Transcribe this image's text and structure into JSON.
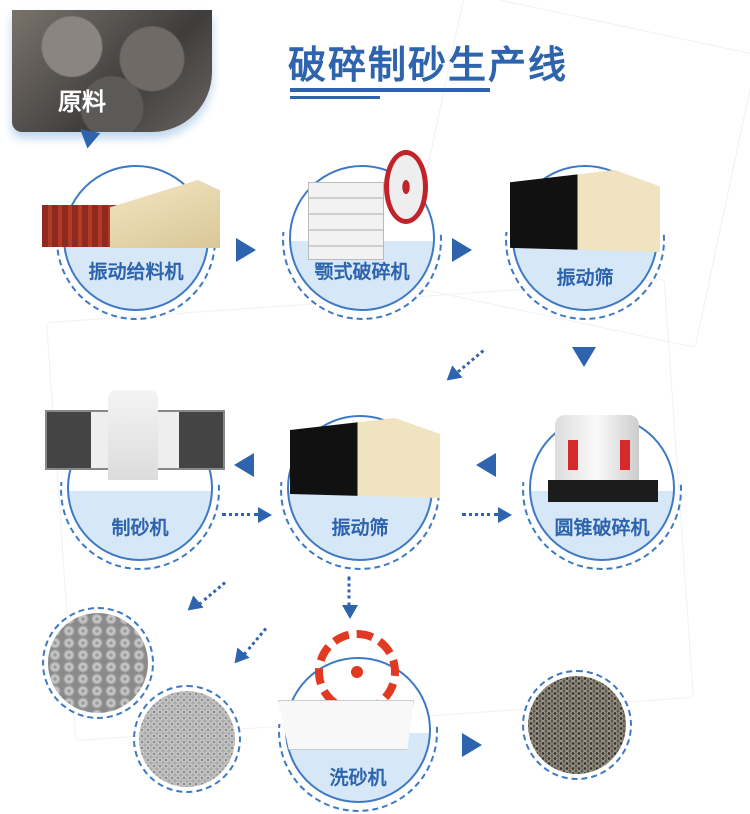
{
  "title": "破碎制砂生产线",
  "raw_material": "原料",
  "nodes": {
    "feeder": "振动给料机",
    "jaw": "颚式破碎机",
    "screen1": "振动筛",
    "sand_maker": "制砂机",
    "screen2": "振动筛",
    "cone": "圆锥破碎机",
    "washer": "洗砂机"
  },
  "colors": {
    "accent": "#2e63ad",
    "ring": "#3e79c4",
    "light": "#d6e8f8"
  }
}
